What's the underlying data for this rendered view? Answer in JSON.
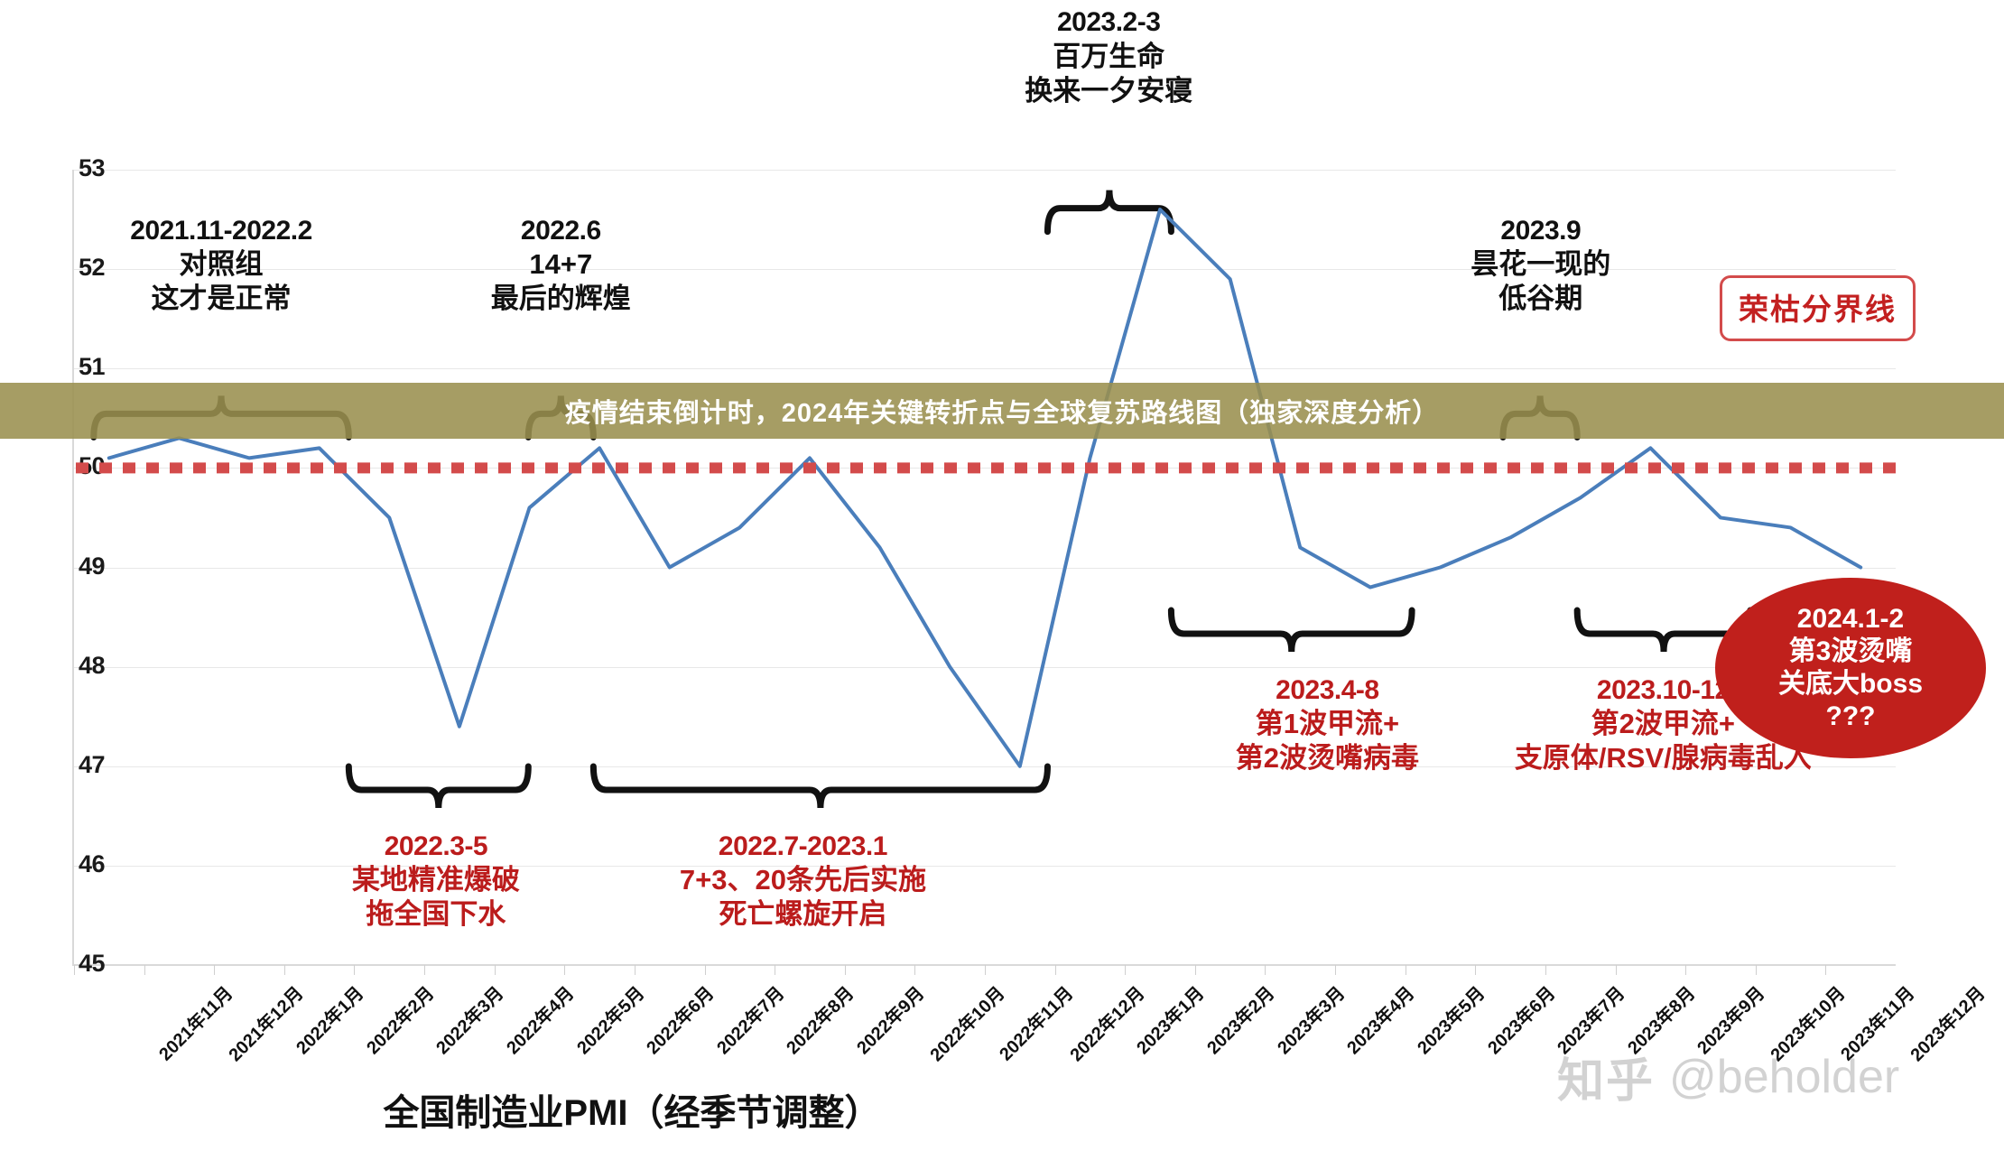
{
  "chart_data": {
    "type": "line",
    "title": "全国制造业PMI（经季节调整）",
    "xlabel": "",
    "ylabel": "",
    "ylim": [
      45,
      53
    ],
    "yticks": [
      45,
      46,
      47,
      48,
      49,
      50,
      51,
      52,
      53
    ],
    "grid": true,
    "legend": "none",
    "series_color": "#4a7ebb",
    "categories": [
      "2021年11月",
      "2021年12月",
      "2022年1月",
      "2022年2月",
      "2022年3月",
      "2022年4月",
      "2022年5月",
      "2022年6月",
      "2022年7月",
      "2022年8月",
      "2022年9月",
      "2022年10月",
      "2022年11月",
      "2022年12月",
      "2023年1月",
      "2023年2月",
      "2023年3月",
      "2023年4月",
      "2023年5月",
      "2023年6月",
      "2023年7月",
      "2023年8月",
      "2023年9月",
      "2023年10月",
      "2023年11月",
      "2023年12月"
    ],
    "values": [
      50.1,
      50.3,
      50.1,
      50.2,
      49.5,
      47.4,
      49.6,
      50.2,
      49.0,
      49.4,
      50.1,
      49.2,
      48.0,
      47.0,
      50.1,
      52.6,
      51.9,
      49.2,
      48.8,
      49.0,
      49.3,
      49.7,
      50.2,
      49.5,
      49.4,
      49.0
    ],
    "threshold_line": {
      "value": 50,
      "label": "荣枯分界线",
      "color": "#d34b4b",
      "style": "dotted"
    },
    "annotations": [
      {
        "id": "a1",
        "color": "black",
        "head": "2021.11-2022.2",
        "lines": [
          "对照组",
          "这才是正常"
        ],
        "range": [
          "2021年11月",
          "2022年2月"
        ]
      },
      {
        "id": "a2",
        "color": "black",
        "head": "2022.6",
        "lines": [
          "14+7",
          "最后的辉煌"
        ],
        "range": [
          "2022年6月",
          "2022年6月"
        ]
      },
      {
        "id": "a3",
        "color": "black",
        "head": "2023.2-3",
        "lines": [
          "百万生命",
          "换来一夕安寝"
        ],
        "range": [
          "2023年2月",
          "2023年3月"
        ]
      },
      {
        "id": "a4",
        "color": "black",
        "head": "2023.9",
        "lines": [
          "昙花一现的",
          "低谷期"
        ],
        "range": [
          "2023年9月",
          "2023年9月"
        ]
      },
      {
        "id": "a5",
        "color": "red",
        "head": "2022.3-5",
        "lines": [
          "某地精准爆破",
          "拖全国下水"
        ],
        "range": [
          "2022年3月",
          "2022年5月"
        ]
      },
      {
        "id": "a6",
        "color": "red",
        "head": "2022.7-2023.1",
        "lines": [
          "7+3、20条先后实施",
          "死亡螺旋开启"
        ],
        "range": [
          "2022年7月",
          "2023年1月"
        ]
      },
      {
        "id": "a7",
        "color": "red",
        "head": "2023.4-8",
        "lines": [
          "第1波甲流+",
          "第2波烫嘴病毒"
        ],
        "range": [
          "2023年4月",
          "2023年8月"
        ]
      },
      {
        "id": "a8",
        "color": "red",
        "head": "2023.10-12",
        "lines": [
          "第2波甲流+",
          "支原体/RSV/腺病毒乱入"
        ],
        "range": [
          "2023年10月",
          "2023年12月"
        ]
      }
    ],
    "callout_ellipse": {
      "head": "2024.1-2",
      "lines": [
        "第3波烫嘴",
        "关底大boss",
        "???"
      ],
      "fill": "#c0201c",
      "text_color": "#ffffff"
    }
  },
  "banner": {
    "text": "疫情结束倒计时，2024年关键转折点与全球复苏路线图（独家深度分析）",
    "bg_color": "#9a8f4e",
    "text_color": "#ffffff"
  },
  "watermark": {
    "logo": "知乎",
    "handle": "@beholder"
  }
}
